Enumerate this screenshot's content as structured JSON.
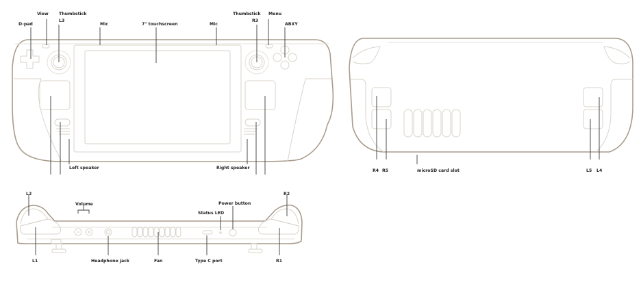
{
  "front_view": {
    "labels": {
      "dpad": "D-pad",
      "view": "View",
      "thumbstick_left_line1": "Thumbstick",
      "thumbstick_left_line2": "L3",
      "mic_left": "Mic",
      "touchscreen": "7\" touchscreen",
      "mic_right": "Mic",
      "thumbstick_right_line1": "Thumbstick",
      "thumbstick_right_line2": "R3",
      "menu": "Menu",
      "abxy": "ABXY",
      "left_speaker": "Left speaker",
      "right_speaker": "Right speaker"
    }
  },
  "rear_view": {
    "labels": {
      "r4": "R4",
      "r5": "R5",
      "microsd": "microSD card slot",
      "l5": "L5",
      "l4": "L4"
    }
  },
  "top_view": {
    "labels": {
      "l2": "L2",
      "l1": "L1",
      "volume": "Volume",
      "headphone_jack": "Headphone jack",
      "fan": "Fan",
      "status_led": "Status LED",
      "power_button": "Power button",
      "type_c_port": "Type C port",
      "r2": "R2",
      "r1": "R1"
    }
  },
  "colors": {
    "outline": "#a89c8c",
    "inner_line": "#d9d3cb",
    "leader_line": "#3a3a3a",
    "label_text": "#222222"
  }
}
